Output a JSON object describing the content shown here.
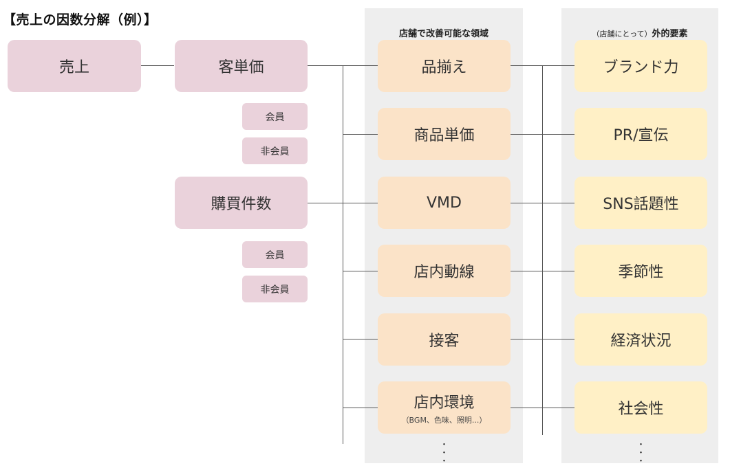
{
  "title": "【売上の因数分解（例）】",
  "store_panel": {
    "heading": "店舗で改善可能な領域",
    "items": [
      {
        "label": "品揃え",
        "sub": ""
      },
      {
        "label": "商品単価",
        "sub": ""
      },
      {
        "label": "VMD",
        "sub": ""
      },
      {
        "label": "店内動線",
        "sub": ""
      },
      {
        "label": "接客",
        "sub": ""
      },
      {
        "label": "店内環境",
        "sub": "（BGM、色味、照明...）"
      }
    ],
    "more": "・・・"
  },
  "external_panel": {
    "heading_small": "（店舗にとって）",
    "heading": "外的要素",
    "items": [
      "ブランド力",
      "PR/宣伝",
      "SNS話題性",
      "季節性",
      "経済状況",
      "社会性"
    ],
    "more": "・・・"
  },
  "sales": {
    "label": "売上"
  },
  "avg_price": {
    "label": "客単価",
    "members": "会員",
    "non_members": "非会員"
  },
  "purchases": {
    "label": "購買件数",
    "members": "会員",
    "non_members": "非会員"
  },
  "colors": {
    "pink": "#ead2db",
    "orange": "#fbe3c8",
    "yellow": "#fff0c6",
    "panel": "#eeeeee",
    "line": "#555555"
  }
}
